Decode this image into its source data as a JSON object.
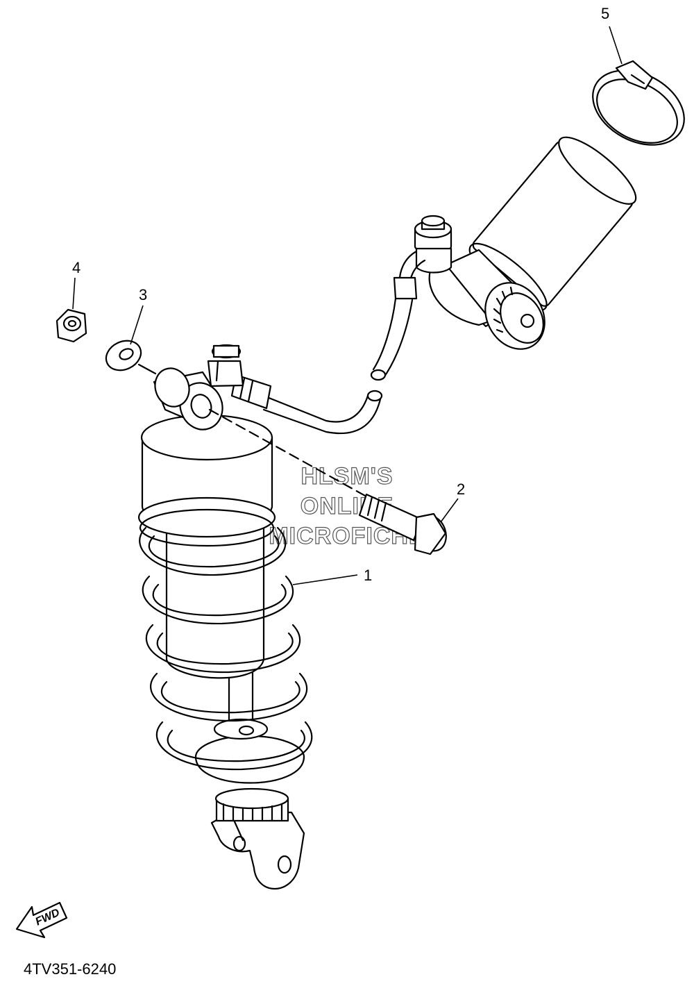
{
  "diagram": {
    "part_code": "4TV351-6240",
    "watermark_lines": [
      "HLSM'S",
      "ONLINE",
      "MICROFICHE"
    ],
    "fwd_label": "FWD",
    "callouts": [
      {
        "id": "1",
        "label": "1"
      },
      {
        "id": "2",
        "label": "2"
      },
      {
        "id": "3",
        "label": "3"
      },
      {
        "id": "4",
        "label": "4"
      },
      {
        "id": "5",
        "label": "5"
      }
    ]
  }
}
